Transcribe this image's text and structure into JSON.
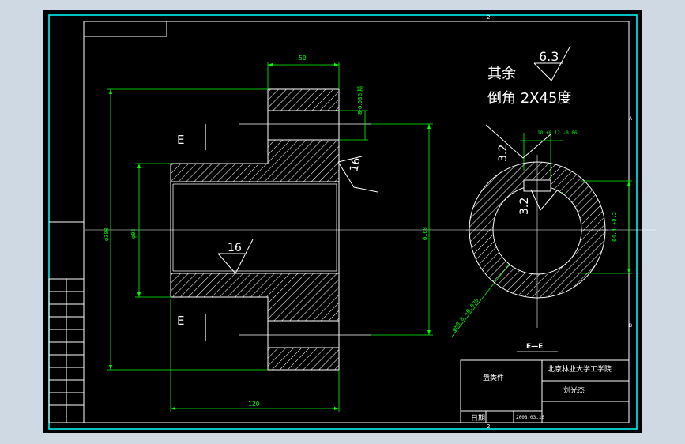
{
  "drawing": {
    "colors": {
      "background": "#cfd9e3",
      "paper": "#000000",
      "frame": "#ffffff",
      "border": "#00ffff",
      "dimension": "#00ff00",
      "annotation": "#ffffff"
    },
    "notes": {
      "remaining_label": "其余",
      "roughness_main": "6.3",
      "chamfer": "倒角 2X45度"
    },
    "dimensions": {
      "hub_width": "50",
      "keyway_depth": "8-0.036 精",
      "total_length": "120",
      "outer_dia": "φ300",
      "hub_dia": "φ95",
      "bore_dia": "φ160",
      "bore_tol": "φ80.0 +0.030",
      "key_width": "18 +0.12 -0.06",
      "section_dim": "64.4 +0.2"
    },
    "roughness": {
      "face": "16",
      "bore": "16",
      "key_top": "3.2",
      "key_side": "3.2"
    },
    "section": {
      "mark_top": "E",
      "mark_bottom": "E",
      "view_label": "E—E"
    },
    "title_block": {
      "part_name": "盘类件",
      "school": "北京林业大学工学院",
      "author": "刘光杰",
      "date_label": "日期",
      "date_value": "2008.03.18"
    },
    "border_marks": {
      "top": "2",
      "bottom": "2",
      "right_top": "A",
      "right_bottom": "B"
    }
  }
}
